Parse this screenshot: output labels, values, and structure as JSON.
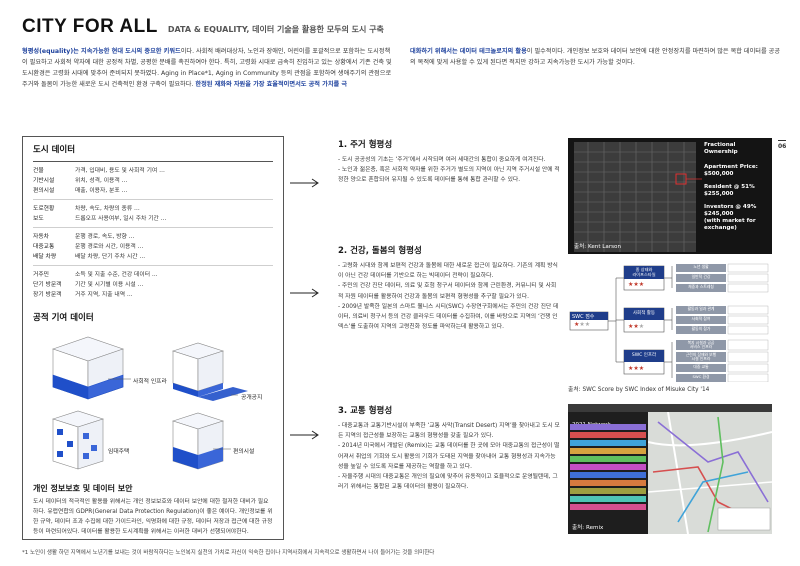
{
  "header": {
    "title": "CITY FOR ALL",
    "subtitle": "DATA & EQUALITY, 데이터 기술을 활용한 모두의 도시 구축"
  },
  "intro": {
    "left_hl": "형평성(equality)는 지속가능한 현대 도시의 중요한 키워드",
    "left_body": "이다. 사회적 배려대상자, 노인과 장애인, 어린이를 포괄적으로 포함하는 도시정책이 필요하고 사회적 약자에 대한 공정적 차별, 공평한 분배를 촉진하여야 한다. 특히, 고령화 시대로 급속히 진입하고 있는 상황에서 기존 건축 및 도시환경은 고령화 시대에 맞추어 준비되지 못하였다. Aging in Place*1, Aging in Community 등의 관점을 포함하여 생애주기의 관점으로 주거와 돌봄이 가능한 새로운 도시 건축적인 환경 구축이 필요하다.",
    "left_hl2": "한정된 재화와 자원을 가장 효율적이면서도 공적 가치를 극",
    "right_hl": "대화하기 위해서는 데이터 테크놀로지의 활용",
    "right_body": "이 필수적이다. 개인정보 보호와 데이터 보안에 대한 안정장치를 마련하여 많은 복합 데이터를 공공의 목적에 맞게 사용할 수 있게 된다면 적지만 강하고 지속가능한 도시가 가능할 것이다."
  },
  "city_data": {
    "heading": "도시 데이터",
    "groups": [
      [
        {
          "k": "건물",
          "v": "가격, 입대비, 용도 및 사회적 기여 …"
        },
        {
          "k": "기반시설",
          "v": "위치, 성격, 이용객 …"
        },
        {
          "k": "편의시설",
          "v": "매출, 이용자, 분포 …"
        }
      ],
      [
        {
          "k": "도로현황",
          "v": "차량, 속도, 차량의 종류 …"
        },
        {
          "k": "보도",
          "v": "드롭오프 사용여부, 일시 주차 기간 …"
        }
      ],
      [
        {
          "k": "자동차",
          "v": "운행 경로, 속도, 방향 …"
        },
        {
          "k": "대중교통",
          "v": "운행 경로와 시간, 이용객 …"
        },
        {
          "k": "배달 차량",
          "v": "배달 차량, 단기 주차 시간 …"
        }
      ],
      [
        {
          "k": "거주민",
          "v": "소득 및 지출 수준, 건강 데이터 …"
        },
        {
          "k": "단기 방문객",
          "v": "기간 및 시기별 이용 시설 …"
        },
        {
          "k": "장기 방문객",
          "v": "거주 지역, 지출 내역 …"
        }
      ]
    ],
    "public_heading": "공적 기여 데이터",
    "iso_labels": {
      "infra": "사회적 인프라",
      "public_space": "공개공지",
      "rental": "임대주택",
      "convenience": "편의시설"
    },
    "privacy_heading": "개인 정보보호 및 데이터 보안",
    "privacy_text": "도시 데이터의 적극적인 활용을 위해서는 개인 정보보호와 데이터 보안에 대한 철저한 대비가 필요하다. 유럽연합의 GDPR(General Data Protection Regulation)이 좋은 예이다. 개인정보를 위한 규약, 데이터 조과 수집에 대한 가이드라인, 익명화에 대한 규정, 데이터 저장과 접근에 대한 규정 등이 마련되어있다. 데이터를 활용한 도시계획을 위해서는 이러한 대비가 선행되어야한다."
  },
  "sections": [
    {
      "heading": "1. 주거 형평성",
      "body": "- 도시 공공성의 기초는 ‘주거’에서 시작되며 여러 세대간의 통합이 중요하게 여겨진다.\n- 노인과 젊은층, 혹은 사회적 약자를 위한 주거가 별도의 지역이 아닌 지역 주거시설 안에 적정한 양으로 혼합되어 유지될 수 있도록 데이터를 통해 통합 관리할 수 있다."
    },
    {
      "heading": "2. 건강, 돌봄의 형평성",
      "body": "- 고령화 시대와 함께 보편적 건강과 돌봄에 대한 새로운 접근이 필요하다. 기존의 계획 방식이 아닌 건강 데이터를 기반으로 하는 빅데이터 전략이 필요하다.\n- 주민의 건강 진단 데이터, 의료 및 호험 청구서 데이터와 함께 근린환경, 커뮤니티 및 사회적 자원 데이터를 활용하여 건강과 돌봄의 보편적 형평성을 추구할 필요가 있다.\n- 2009년 발족한 일본의 스마트 웰니스 시티(SWC) 수장연구회에서는 주민의 건강 진단 데이터, 의료비 청구서 등의 건강 클라우드 데이터를 수집하여, 이를 바탕으로 지역의 ‘건쟁 인덱스’를 도출하여 지역의 고령친화 정도를 파악하는데 활용하고 있다."
    },
    {
      "heading": "3. 교통 형평성",
      "body": "- 대중교통과 교통기반시설이 부족한 ‘교통 사막(Transit Desert) 지역’을 찾아내고 도시 모든 지역의 접근성을 보장하는 교통의 형평성을 갖출 필요가 있다.\n- 2014년 미국에서 개발된 (Remix)는 교통 데이터를 한 곳에 모아 대중교통의 접근성이 떨어져서 취업의 기회와 도시 활용의 기회가 도태된 지역을 찾아내어 교통 형평성과 지속가능성을 높일 수 있도록 자료를 제공하는 역할을 하고 있다.\n- 자율주행 시대의 대중교통은 개인의 필요에 맞추어 유동적이고 효율적으로 운영될텐데, 그러기 위해서는 통합된 교통 데이터의 활용이 필요하다."
    }
  ],
  "photo": {
    "lines": [
      "Fractional\nOwnership",
      "Apartment Price:\n$500,000",
      "Resident @ 51%\n$255,000",
      "Investors @ 49%\n$245,000\n(with market for exchange)"
    ],
    "credit": "출처: Kent Larson",
    "page_num": "06"
  },
  "swc": {
    "score_label": "SWC 점수",
    "caption": "출처: SWC Score by SWC Index of Misuke City '14",
    "groups": [
      {
        "label": "종 상태와\n라이프스타일",
        "items": [
          "노년 생활",
          "일반적 건강",
          "체중과 스트레칭"
        ]
      },
      {
        "label": "사회적 활동",
        "items": [
          "활동과 일과 관계",
          "사회적 참여",
          "활동의 참가"
        ]
      },
      {
        "label": "SWC 인프라",
        "items": [
          "복지 시설과 공공\n서비스 인프라",
          "근린의 장애와 보행\n시설 인프라",
          "대중 교통",
          "SWC 환경"
        ]
      }
    ],
    "score_stars": 1.5
  },
  "remix": {
    "title": "2021 Network",
    "caption": "출처: Remix"
  },
  "footnote": "*1 노인이 생활 하던 지역에서 노년기를 보내는 것이 바람직하다는 노인복지 실천의 가치로 자신이 익숙한 집이나 지역사회에서 지속적으로 생활하면서 나이 들어가는 것을 의미한다"
}
